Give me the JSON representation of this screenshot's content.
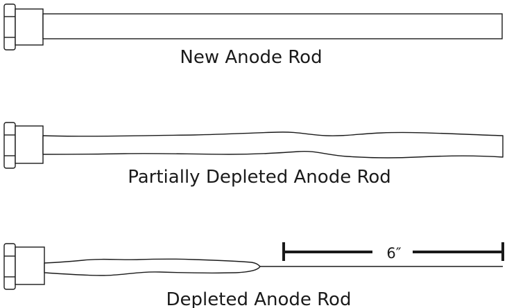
{
  "rods": [
    {
      "label": "New Anode Rod"
    },
    {
      "label": "Partially Depleted Anode Rod"
    },
    {
      "label": "Depleted Anode Rod"
    }
  ],
  "dimension": {
    "label": "6″"
  },
  "colors": {
    "stroke": "#1a1a1a",
    "fill": "#ffffff"
  }
}
